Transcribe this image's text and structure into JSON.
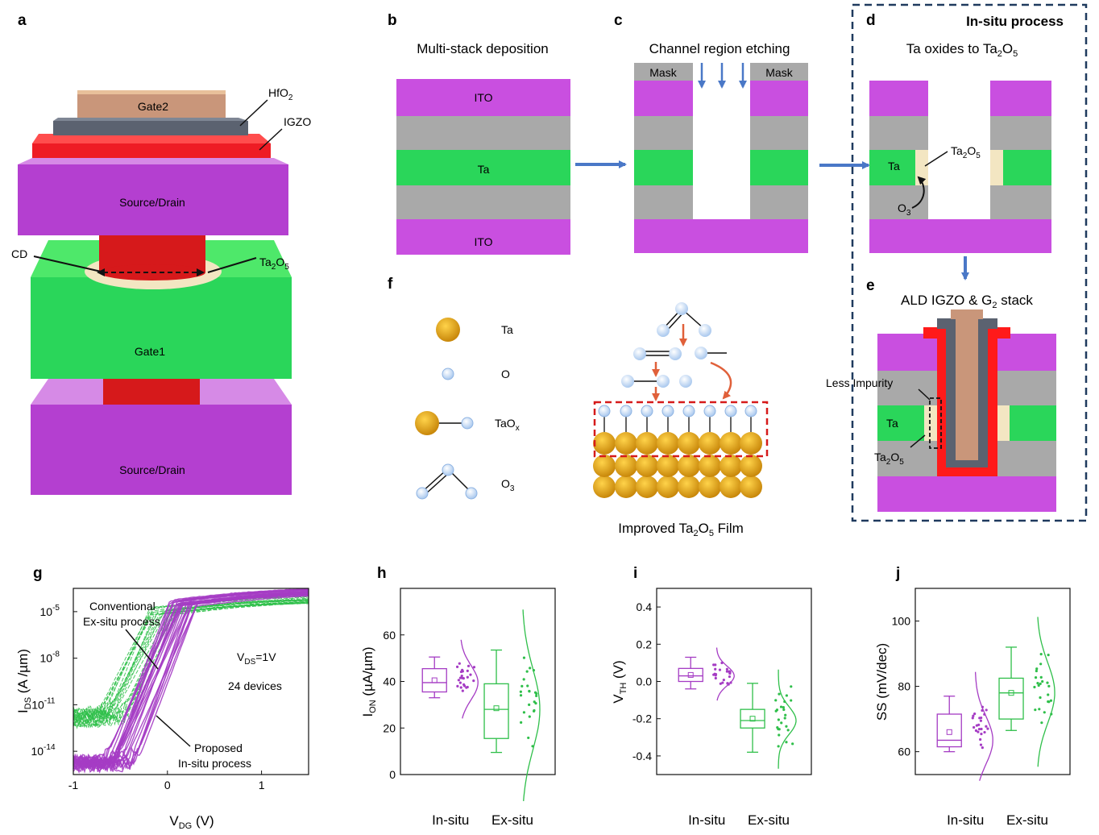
{
  "colors": {
    "ito": "#c94fe0",
    "grey": "#a9a9a9",
    "ta": "#2ad65a",
    "ta2o5": "#f3e6c2",
    "arrow": "#4a78c7",
    "red_arrow": "#e0603a",
    "in_situ": "#a53cc4",
    "ex_situ": "#2fbf4a",
    "gate_red": "#ff1a1a",
    "gate_tan": "#c9967a",
    "dark_gray": "#5b6270",
    "ta_atom": "#e3a713",
    "o_atom": "#bcd6f2",
    "frame": "#1f3a5e"
  },
  "panels": {
    "a": {
      "label": "a",
      "gate2": "Gate2",
      "hfo2": "HfO",
      "hfo2_sub": "2",
      "igzo": "IGZO",
      "source_drain_top": "Source/Drain",
      "cd": "CD",
      "ta2o5_a": "Ta",
      "ta2o5_sub1": "2",
      "ta2o5_mid": "O",
      "ta2o5_sub2": "5",
      "gate1": "Gate1",
      "source_drain_bottom": "Source/Drain"
    },
    "b": {
      "label": "b",
      "title": "Multi-stack deposition",
      "ito_top": "ITO",
      "ta": "Ta",
      "ito_bottom": "ITO"
    },
    "c": {
      "label": "c",
      "title": "Channel region etching",
      "mask_left": "Mask",
      "mask_right": "Mask"
    },
    "d": {
      "label": "d",
      "frame_title": "In-situ process",
      "title_a": "Ta oxides to Ta",
      "title_sub1": "2",
      "title_b": "O",
      "title_sub2": "5",
      "ta": "Ta",
      "ta2o5_a": "Ta",
      "ta2o5_sub1": "2",
      "ta2o5_b": "O",
      "ta2o5_sub2": "5",
      "o3": "O",
      "o3_sub": "3"
    },
    "e": {
      "label": "e",
      "title_a": "ALD IGZO & G",
      "title_sub": "2",
      "title_b": " stack",
      "less_impurity": "Less Impurity",
      "ta": "Ta",
      "ta2o5_a": "Ta",
      "ta2o5_sub1": "2",
      "ta2o5_b": "O",
      "ta2o5_sub2": "5"
    },
    "f": {
      "label": "f",
      "legend": [
        {
          "name": "Ta",
          "sub": ""
        },
        {
          "name": "O",
          "sub": ""
        },
        {
          "name": "TaO",
          "sub": "x"
        },
        {
          "name": "O",
          "sub": "3"
        }
      ],
      "film_a": "Improved Ta",
      "film_sub1": "2",
      "film_b": "O",
      "film_sub2": "5",
      "film_c": " Film"
    }
  },
  "chart_data": [
    {
      "panel": "g",
      "type": "line",
      "xlabel_main": "V",
      "xlabel_sub": "DG",
      "xlabel_unit": " (V)",
      "ylabel_main": "I",
      "ylabel_sub": "DS",
      "ylabel_unit": " (A /µm)",
      "yscale": "log",
      "xlim": [
        -1,
        1.5
      ],
      "ylim_exp": [
        -15.5,
        -3.5
      ],
      "x_ticks": [
        "-1",
        "0",
        "1"
      ],
      "y_ticks": [
        {
          "base": "10",
          "exp": "-5"
        },
        {
          "base": "10",
          "exp": "-8"
        },
        {
          "base": "10",
          "exp": "-11"
        },
        {
          "base": "10",
          "exp": "-14"
        }
      ],
      "annotations": {
        "conventional_1": "Conventional",
        "conventional_2": "Ex-situ process",
        "vds_main": "V",
        "vds_sub": "DS",
        "vds_val": "=1V",
        "devices": "24 devices",
        "proposed_1": "Proposed",
        "proposed_2": "In-situ process"
      },
      "series": [
        {
          "name": "Ex-situ process",
          "devices": 24,
          "off_log": -11.8,
          "vth": -0.2,
          "ss": 78,
          "on_log": -4.9
        },
        {
          "name": "In-situ process",
          "devices": 24,
          "off_log": -14.8,
          "vth": 0.03,
          "ss": 66,
          "on_log": -4.4
        }
      ]
    },
    {
      "panel": "h",
      "type": "box",
      "ylabel_main": "I",
      "ylabel_sub": "ON",
      "ylabel_unit": " (µA/µm)",
      "ylim": [
        0,
        80
      ],
      "yticks": [
        "0",
        "20",
        "40",
        "60"
      ],
      "categories": [
        "In-situ",
        "Ex-situ"
      ],
      "boxes": [
        {
          "category": "In-situ",
          "min": 33,
          "q1": 35.5,
          "median": 39.5,
          "q3": 45.5,
          "max": 50.5,
          "mean": 40.5
        },
        {
          "category": "Ex-situ",
          "min": 9.5,
          "q1": 15.5,
          "median": 28,
          "q3": 39,
          "max": 53.5,
          "mean": 28.5
        }
      ]
    },
    {
      "panel": "i",
      "type": "box",
      "ylabel_main": "V",
      "ylabel_sub": "TH",
      "ylabel_unit": " (V)",
      "ylim": [
        -0.5,
        0.5
      ],
      "yticks": [
        "-0.4",
        "-0.2",
        "0.0",
        "0.2",
        "0.4"
      ],
      "categories": [
        "In-situ",
        "Ex-situ"
      ],
      "boxes": [
        {
          "category": "In-situ",
          "min": -0.04,
          "q1": 0.0,
          "median": 0.03,
          "q3": 0.07,
          "max": 0.13,
          "mean": 0.035
        },
        {
          "category": "Ex-situ",
          "min": -0.38,
          "q1": -0.25,
          "median": -0.21,
          "q3": -0.15,
          "max": -0.01,
          "mean": -0.2
        }
      ]
    },
    {
      "panel": "j",
      "type": "box",
      "ylabel_main": "SS (mV/dec)",
      "ylabel_sub": "",
      "ylabel_unit": "",
      "ylim": [
        53,
        110
      ],
      "yticks": [
        "60",
        "80",
        "100"
      ],
      "categories": [
        "In-situ",
        "Ex-situ"
      ],
      "boxes": [
        {
          "category": "In-situ",
          "min": 60,
          "q1": 61.5,
          "median": 63.5,
          "q3": 71.5,
          "max": 77,
          "mean": 66
        },
        {
          "category": "Ex-situ",
          "min": 66.5,
          "q1": 70,
          "median": 78,
          "q3": 82.5,
          "max": 92,
          "mean": 78
        }
      ]
    }
  ]
}
